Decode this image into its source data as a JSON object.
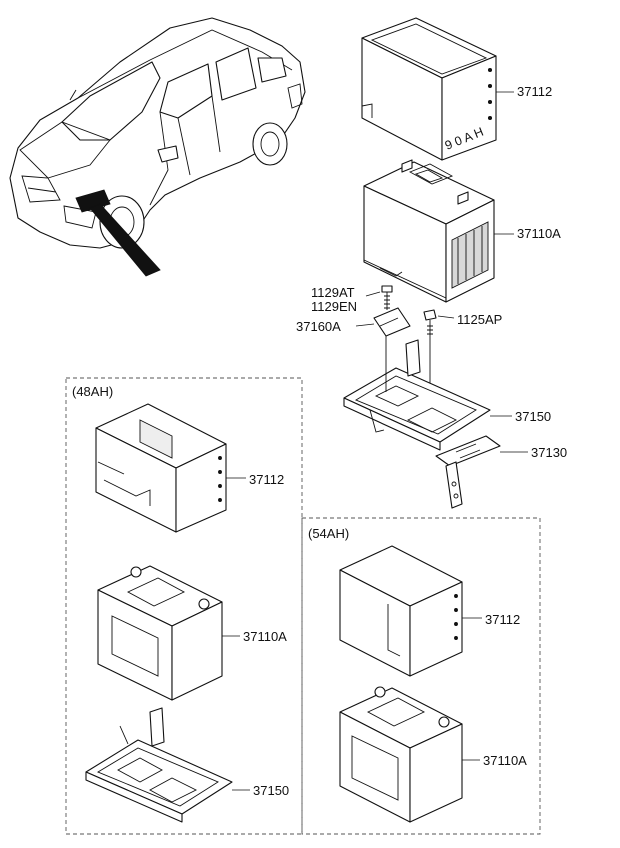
{
  "labels": {
    "case_main": "37112",
    "battery_main": "37110A",
    "bolt_a": "1129AT",
    "bolt_b": "1129EN",
    "bolt_c": "1125AP",
    "clamp": "37160A",
    "tray_main": "37150",
    "bracket": "37130",
    "case_48": "37112",
    "battery_48": "37110A",
    "tray_48": "37150",
    "case_54": "37112",
    "battery_54": "37110A"
  },
  "groups": {
    "ah48": "(48AH)",
    "ah54": "(54AH)"
  },
  "case_marking": "9 0 A H"
}
